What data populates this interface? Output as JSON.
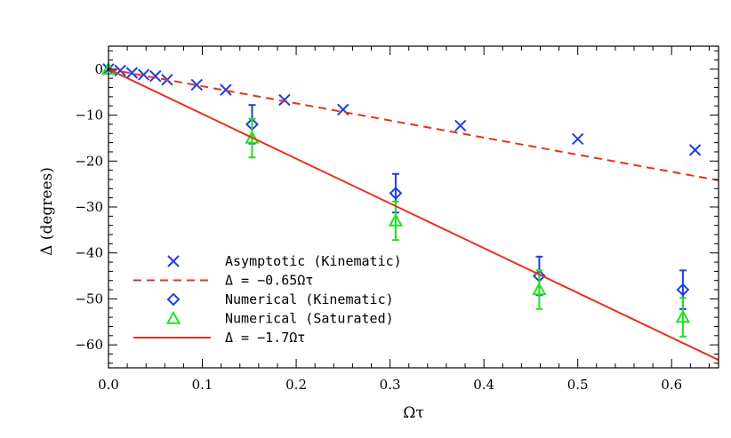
{
  "chart_data": {
    "type": "scatter",
    "xlabel": "Ωτ",
    "ylabel": "Δ (degrees)",
    "xlim": [
      0,
      0.65
    ],
    "ylim": [
      -65,
      5
    ],
    "x_ticks": [
      0.0,
      0.1,
      0.2,
      0.3,
      0.4,
      0.5,
      0.6
    ],
    "x_tick_labels": [
      "0.0",
      "0.1",
      "0.2",
      "0.3",
      "0.4",
      "0.5",
      "0.6"
    ],
    "y_ticks": [
      0,
      -10,
      -20,
      -30,
      -40,
      -50,
      -60
    ],
    "y_tick_labels": [
      "0",
      "−10",
      "−20",
      "−30",
      "−40",
      "−50",
      "−60"
    ],
    "grid": false,
    "legend_position": "bottom-left",
    "series": [
      {
        "name": "Asymptotic (Kinematic)",
        "kind": "points",
        "marker": "x",
        "color": "#1f3fe0",
        "x": [
          0.0,
          0.0125,
          0.025,
          0.0375,
          0.05,
          0.0625,
          0.094,
          0.125,
          0.1875,
          0.25,
          0.375,
          0.5,
          0.625
        ],
        "y": [
          0.0,
          -0.3,
          -0.8,
          -1.2,
          -1.5,
          -2.3,
          -3.4,
          -4.5,
          -6.7,
          -8.8,
          -12.3,
          -15.2,
          -17.6
        ]
      },
      {
        "name": "Δ = −0.65Ωτ",
        "kind": "line",
        "style": "dashed",
        "color": "#e8311c",
        "slope_deg": -37.24,
        "x": [
          0.0,
          0.65
        ],
        "y": [
          0.0,
          -24.2
        ]
      },
      {
        "name": "Numerical (Kinematic)",
        "kind": "points",
        "marker": "diamond",
        "color": "#1f3fe0",
        "x": [
          0.153,
          0.306,
          0.459,
          0.612
        ],
        "y": [
          -12.0,
          -27.0,
          -45.0,
          -48.0
        ],
        "err_low": [
          -16.2,
          -31.2,
          -49.2,
          -52.2
        ],
        "err_high": [
          -7.8,
          -22.8,
          -40.8,
          -43.8
        ]
      },
      {
        "name": "Numerical (Saturated)",
        "kind": "points",
        "marker": "triangle",
        "color": "#22e022",
        "x": [
          0.0,
          0.153,
          0.306,
          0.459,
          0.612
        ],
        "y": [
          0.0,
          -15.0,
          -33.0,
          -48.0,
          -54.0
        ],
        "err_low": [
          0.0,
          -19.2,
          -37.2,
          -52.2,
          -58.2
        ],
        "err_high": [
          0.0,
          -10.8,
          -28.8,
          -43.8,
          -49.8
        ]
      },
      {
        "name": "Δ = −1.7Ωτ",
        "kind": "line",
        "style": "solid",
        "color": "#e8311c",
        "slope_deg": -97.4,
        "x": [
          0.0,
          0.65
        ],
        "y": [
          0.0,
          -63.3
        ]
      }
    ],
    "legend_labels": [
      "Asymptotic (Kinematic)",
      "Δ = −0.65Ωτ",
      "Numerical  (Kinematic)",
      "Numerical  (Saturated)",
      "Δ = −1.7Ωτ"
    ]
  }
}
